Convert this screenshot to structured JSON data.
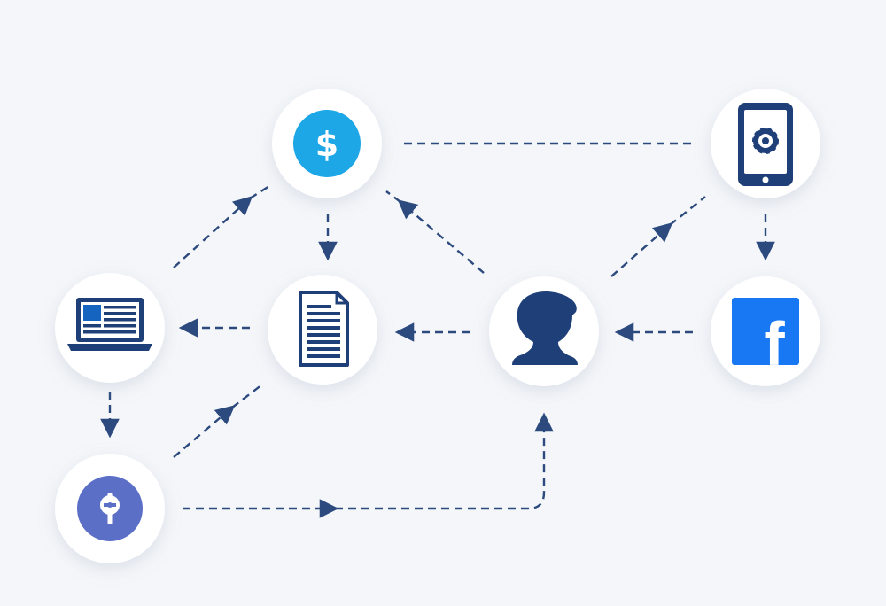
{
  "colors": {
    "background": "#f4f6f9",
    "node_fill": "#ffffff",
    "line": "#2c4a7e",
    "dollar_accent": "#1ea7e6",
    "icon_navy": "#1f3f78",
    "laptop_screen": "#1565c0",
    "facebook_blue": "#1877f2",
    "discord_purple": "#5b6fc7"
  },
  "nodes": [
    {
      "id": "dollar",
      "icon": "dollar-coin-icon",
      "label": "$"
    },
    {
      "id": "phone",
      "icon": "phone-settings-icon"
    },
    {
      "id": "laptop",
      "icon": "laptop-icon"
    },
    {
      "id": "document",
      "icon": "document-icon"
    },
    {
      "id": "user",
      "icon": "user-head-icon"
    },
    {
      "id": "facebook",
      "icon": "facebook-icon",
      "label": "f"
    },
    {
      "id": "discord",
      "icon": "discord-icon"
    }
  ],
  "connections": [
    {
      "from": "laptop",
      "to": "dollar",
      "arrow": true
    },
    {
      "from": "dollar",
      "to": "phone",
      "arrow": false
    },
    {
      "from": "dollar",
      "to": "document",
      "arrow": true
    },
    {
      "from": "user",
      "to": "dollar",
      "arrow": true
    },
    {
      "from": "user",
      "to": "phone",
      "arrow": true
    },
    {
      "from": "phone",
      "to": "facebook",
      "arrow": true
    },
    {
      "from": "document",
      "to": "laptop",
      "arrow": true
    },
    {
      "from": "user",
      "to": "document",
      "arrow": true
    },
    {
      "from": "facebook",
      "to": "user",
      "arrow": true
    },
    {
      "from": "laptop",
      "to": "discord",
      "arrow": true
    },
    {
      "from": "discord",
      "to": "document",
      "arrow": true
    },
    {
      "from": "discord",
      "to": "user",
      "arrow": true
    }
  ]
}
